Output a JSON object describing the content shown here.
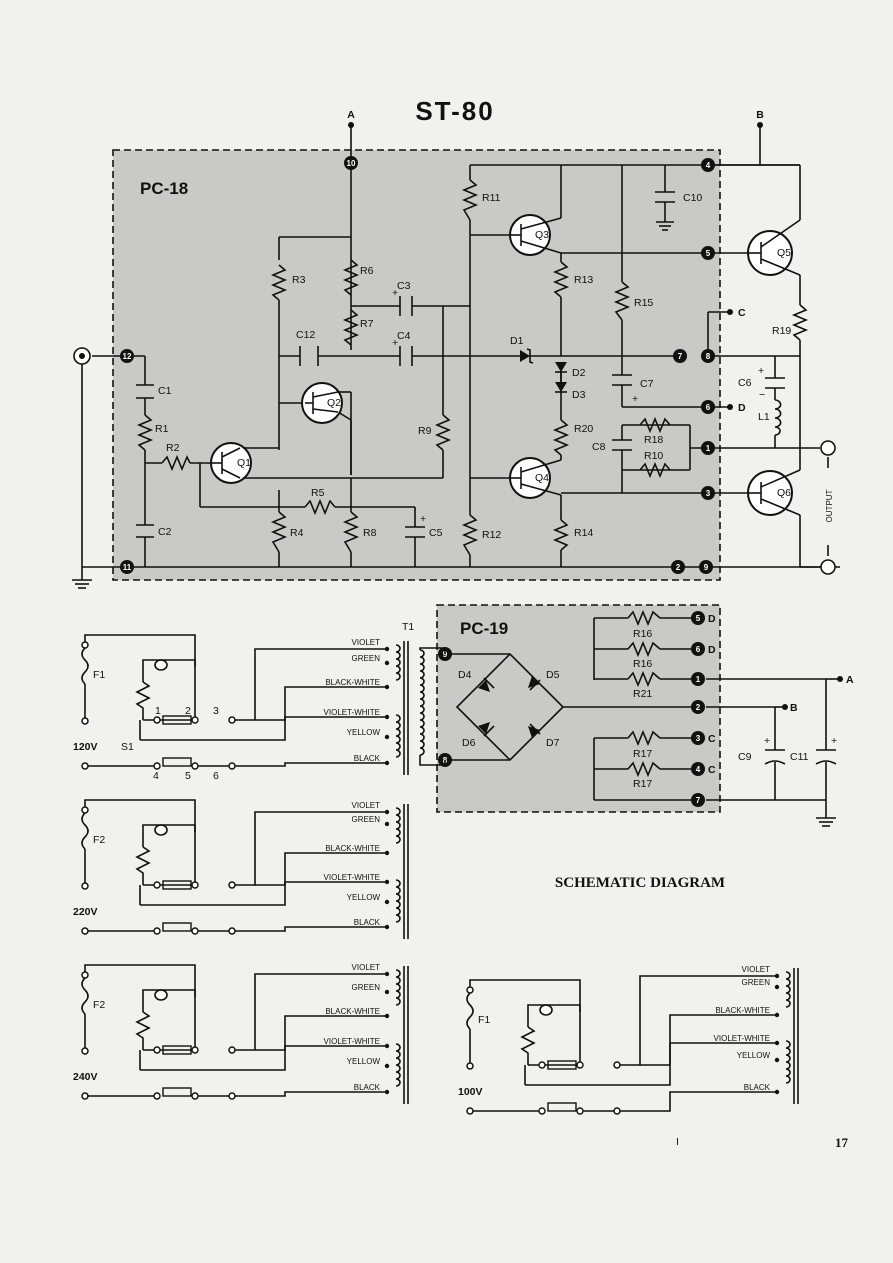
{
  "title": "ST-80",
  "caption": "SCHEMATIC DIAGRAM",
  "page_number": "17",
  "stray_mark": "I",
  "colors": {
    "paper": "#f1f1ef",
    "board_fill": "#c9c9c7",
    "ink": "#111111"
  },
  "boards": {
    "pc18": "PC-18",
    "pc19": "PC-19"
  },
  "terminals": {
    "a": "A",
    "b": "B",
    "c": "C",
    "d": "D",
    "output": "OUTPUT"
  },
  "pc18": {
    "nodes": [
      "10",
      "4",
      "5",
      "12",
      "7",
      "8",
      "6",
      "1",
      "3",
      "11",
      "2",
      "9"
    ],
    "transistors": [
      "Q1",
      "Q2",
      "Q3",
      "Q4",
      "Q5",
      "Q6"
    ],
    "resistors": [
      "R1",
      "R2",
      "R3",
      "R4",
      "R5",
      "R6",
      "R7",
      "R8",
      "R9",
      "R10",
      "R11",
      "R12",
      "R13",
      "R14",
      "R15",
      "R18",
      "R19",
      "R20"
    ],
    "capacitors": [
      "C1",
      "C2",
      "C3",
      "C4",
      "C5",
      "C6",
      "C7",
      "C8",
      "C10",
      "C12"
    ],
    "diodes": [
      "D1",
      "D2",
      "D3"
    ],
    "inductor": "L1"
  },
  "pc19": {
    "nodes": [
      "9",
      "8",
      "5",
      "6",
      "1",
      "2",
      "3",
      "4",
      "7"
    ],
    "node_suffix": {
      "5": "D",
      "6": "D",
      "3": "C",
      "4": "C"
    },
    "diodes": [
      "D4",
      "D5",
      "D6",
      "D7"
    ],
    "resistors": [
      "R16",
      "R16",
      "R21",
      "R17",
      "R17"
    ],
    "capacitors": [
      "C9",
      "C11"
    ]
  },
  "transformer": "T1",
  "wire_labels": [
    "VIOLET",
    "GREEN",
    "BLACK-WHITE",
    "VIOLET-WHITE",
    "YELLOW",
    "BLACK"
  ],
  "mains": [
    {
      "voltage": "120V",
      "fuse": "F1",
      "switch": "S1",
      "lugs": [
        "1",
        "2",
        "3",
        "4",
        "5",
        "6"
      ]
    },
    {
      "voltage": "220V",
      "fuse": "F2"
    },
    {
      "voltage": "240V",
      "fuse": "F2"
    },
    {
      "voltage": "100V",
      "fuse": "F1"
    }
  ]
}
